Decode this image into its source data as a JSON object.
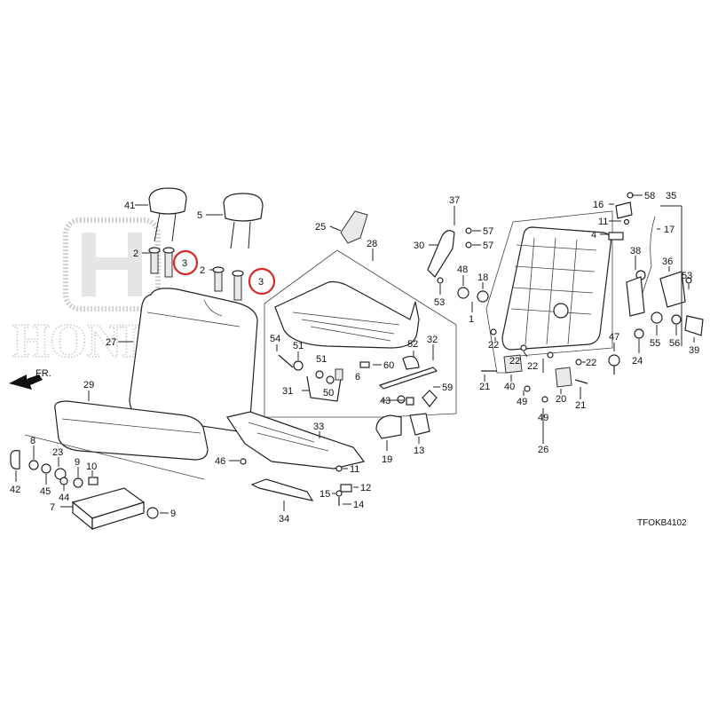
{
  "diagram_code": "TFOKB4102",
  "front_arrow": "FR.",
  "watermark": "HONDA",
  "callouts": [
    {
      "id": "c41",
      "text": "41"
    },
    {
      "id": "c5",
      "text": "5"
    },
    {
      "id": "c2a",
      "text": "2"
    },
    {
      "id": "c3a",
      "text": "3"
    },
    {
      "id": "c2b",
      "text": "2"
    },
    {
      "id": "c3b",
      "text": "3"
    },
    {
      "id": "c27",
      "text": "27"
    },
    {
      "id": "c29",
      "text": "29"
    },
    {
      "id": "c8",
      "text": "8"
    },
    {
      "id": "c42",
      "text": "42"
    },
    {
      "id": "c23",
      "text": "23"
    },
    {
      "id": "c45",
      "text": "45"
    },
    {
      "id": "c9a",
      "text": "9"
    },
    {
      "id": "c44",
      "text": "44"
    },
    {
      "id": "c10",
      "text": "10"
    },
    {
      "id": "c7",
      "text": "7"
    },
    {
      "id": "c9b",
      "text": "9"
    },
    {
      "id": "c25",
      "text": "25"
    },
    {
      "id": "c28",
      "text": "28"
    },
    {
      "id": "c54",
      "text": "54"
    },
    {
      "id": "c51a",
      "text": "51"
    },
    {
      "id": "c51b",
      "text": "51"
    },
    {
      "id": "c6",
      "text": "6"
    },
    {
      "id": "c60",
      "text": "60"
    },
    {
      "id": "c31",
      "text": "31"
    },
    {
      "id": "c50",
      "text": "50"
    },
    {
      "id": "c52",
      "text": "52"
    },
    {
      "id": "c32",
      "text": "32"
    },
    {
      "id": "c46",
      "text": "46"
    },
    {
      "id": "c33",
      "text": "33"
    },
    {
      "id": "c11a",
      "text": "11"
    },
    {
      "id": "c12",
      "text": "12"
    },
    {
      "id": "c15",
      "text": "15"
    },
    {
      "id": "c14",
      "text": "14"
    },
    {
      "id": "c34",
      "text": "34"
    },
    {
      "id": "c37",
      "text": "37"
    },
    {
      "id": "c57a",
      "text": "57"
    },
    {
      "id": "c30",
      "text": "30"
    },
    {
      "id": "c57b",
      "text": "57"
    },
    {
      "id": "c48",
      "text": "48"
    },
    {
      "id": "c18",
      "text": "18"
    },
    {
      "id": "c53a",
      "text": "53"
    },
    {
      "id": "c1",
      "text": "1"
    },
    {
      "id": "c59",
      "text": "59"
    },
    {
      "id": "c43",
      "text": "43"
    },
    {
      "id": "c19",
      "text": "19"
    },
    {
      "id": "c13",
      "text": "13"
    },
    {
      "id": "c16",
      "text": "16"
    },
    {
      "id": "c58",
      "text": "58"
    },
    {
      "id": "c35",
      "text": "35"
    },
    {
      "id": "c11b",
      "text": "11"
    },
    {
      "id": "c4",
      "text": "4"
    },
    {
      "id": "c17",
      "text": "17"
    },
    {
      "id": "c38",
      "text": "38"
    },
    {
      "id": "c36",
      "text": "36"
    },
    {
      "id": "c53b",
      "text": "53"
    },
    {
      "id": "c22a",
      "text": "22"
    },
    {
      "id": "c22b",
      "text": "22"
    },
    {
      "id": "c22c",
      "text": "22"
    },
    {
      "id": "c22d",
      "text": "22"
    },
    {
      "id": "c21a",
      "text": "21"
    },
    {
      "id": "c40",
      "text": "40"
    },
    {
      "id": "c49a",
      "text": "49"
    },
    {
      "id": "c20",
      "text": "20"
    },
    {
      "id": "c21b",
      "text": "21"
    },
    {
      "id": "c49b",
      "text": "49"
    },
    {
      "id": "c26",
      "text": "26"
    },
    {
      "id": "c47",
      "text": "47"
    },
    {
      "id": "c24",
      "text": "24"
    },
    {
      "id": "c55",
      "text": "55"
    },
    {
      "id": "c56",
      "text": "56"
    },
    {
      "id": "c39",
      "text": "39"
    }
  ],
  "highlight_color": "#d42a2a"
}
